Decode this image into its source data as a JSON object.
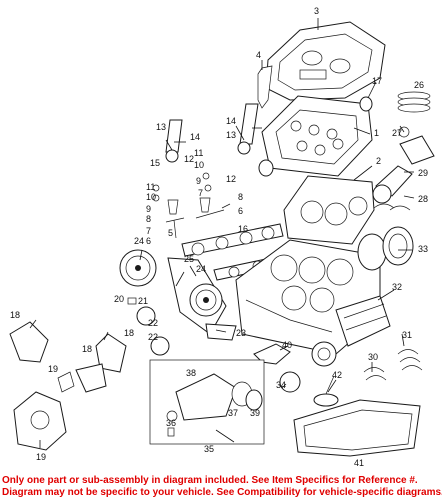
{
  "diagram": {
    "callouts": [
      "1",
      "2",
      "3",
      "4",
      "5",
      "6",
      "7",
      "8",
      "9",
      "10",
      "11",
      "12",
      "13",
      "14",
      "15",
      "16",
      "17",
      "18",
      "19",
      "20",
      "21",
      "22",
      "23",
      "24",
      "25",
      "26",
      "27",
      "28",
      "29",
      "30",
      "31",
      "32",
      "33",
      "34",
      "35",
      "36",
      "37",
      "38",
      "39",
      "40",
      "41",
      "42"
    ]
  },
  "footer": {
    "line1": "Only one part or sub-assembly in diagram included. See Item Specifics for Reference #.",
    "line2": "Diagram may not be specific to your vehicle. See Compatibility for vehicle-specific diagrams."
  },
  "colors": {
    "footer_text": "#e00000",
    "line_art": "#1a1a1a",
    "background": "#ffffff"
  }
}
